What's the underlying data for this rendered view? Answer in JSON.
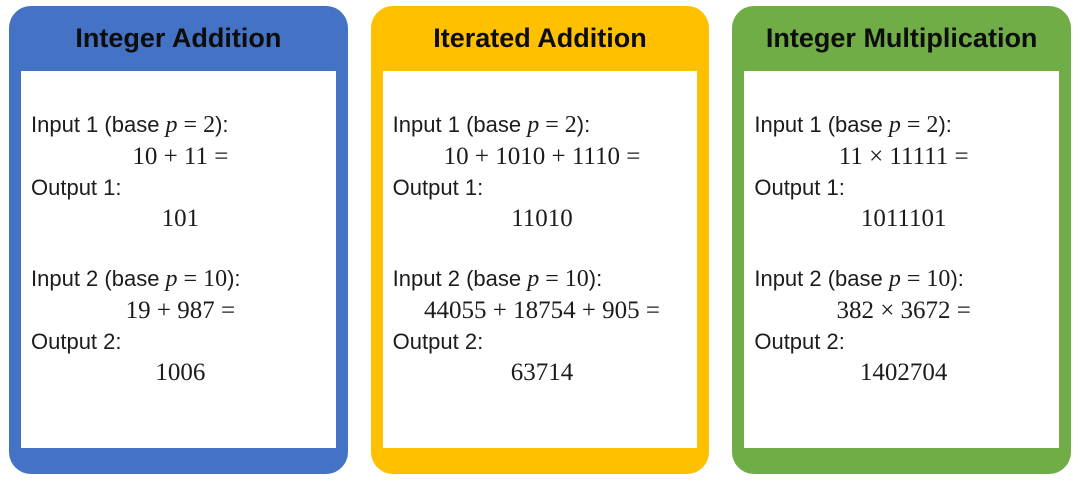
{
  "colors": {
    "blue_accent": "#4472C4",
    "gold_accent": "#FFC000",
    "green_accent": "#70AD47",
    "panel_background": "#ffffff",
    "text": "#1c1c1c"
  },
  "figure": {
    "cards": [
      {
        "id": "integer-addition",
        "title": "Integer Addition",
        "accent_color": "#4472C4",
        "sections": [
          {
            "input_label_prefix": "Input 1 (base ",
            "input_var": "p",
            "input_base": " = 2",
            "input_label_suffix": "):",
            "equation": "10 + 11 =",
            "output_label": "Output 1:",
            "output_value": "101"
          },
          {
            "input_label_prefix": "Input 2 (base ",
            "input_var": "p",
            "input_base": " = 10",
            "input_label_suffix": "):",
            "equation": "19 + 987 =",
            "output_label": "Output 2:",
            "output_value": "1006"
          }
        ]
      },
      {
        "id": "iterated-addition",
        "title": "Iterated Addition",
        "accent_color": "#FFC000",
        "sections": [
          {
            "input_label_prefix": "Input 1 (base ",
            "input_var": "p",
            "input_base": " = 2",
            "input_label_suffix": "):",
            "equation": "10 + 1010 + 1110 =",
            "output_label": "Output 1:",
            "output_value": "11010"
          },
          {
            "input_label_prefix": "Input 2 (base ",
            "input_var": "p",
            "input_base": " = 10",
            "input_label_suffix": "):",
            "equation": "44055 + 18754 + 905 =",
            "output_label": "Output 2:",
            "output_value": "63714"
          }
        ]
      },
      {
        "id": "integer-multiplication",
        "title": "Integer Multiplication",
        "accent_color": "#70AD47",
        "sections": [
          {
            "input_label_prefix": "Input 1 (base ",
            "input_var": "p",
            "input_base": " = 2",
            "input_label_suffix": "):",
            "equation": "11 × 11111 =",
            "output_label": "Output 1:",
            "output_value": "1011101"
          },
          {
            "input_label_prefix": "Input 2 (base ",
            "input_var": "p",
            "input_base": " = 10",
            "input_label_suffix": "):",
            "equation": "382 × 3672 =",
            "output_label": "Output 2:",
            "output_value": "1402704"
          }
        ]
      }
    ]
  }
}
